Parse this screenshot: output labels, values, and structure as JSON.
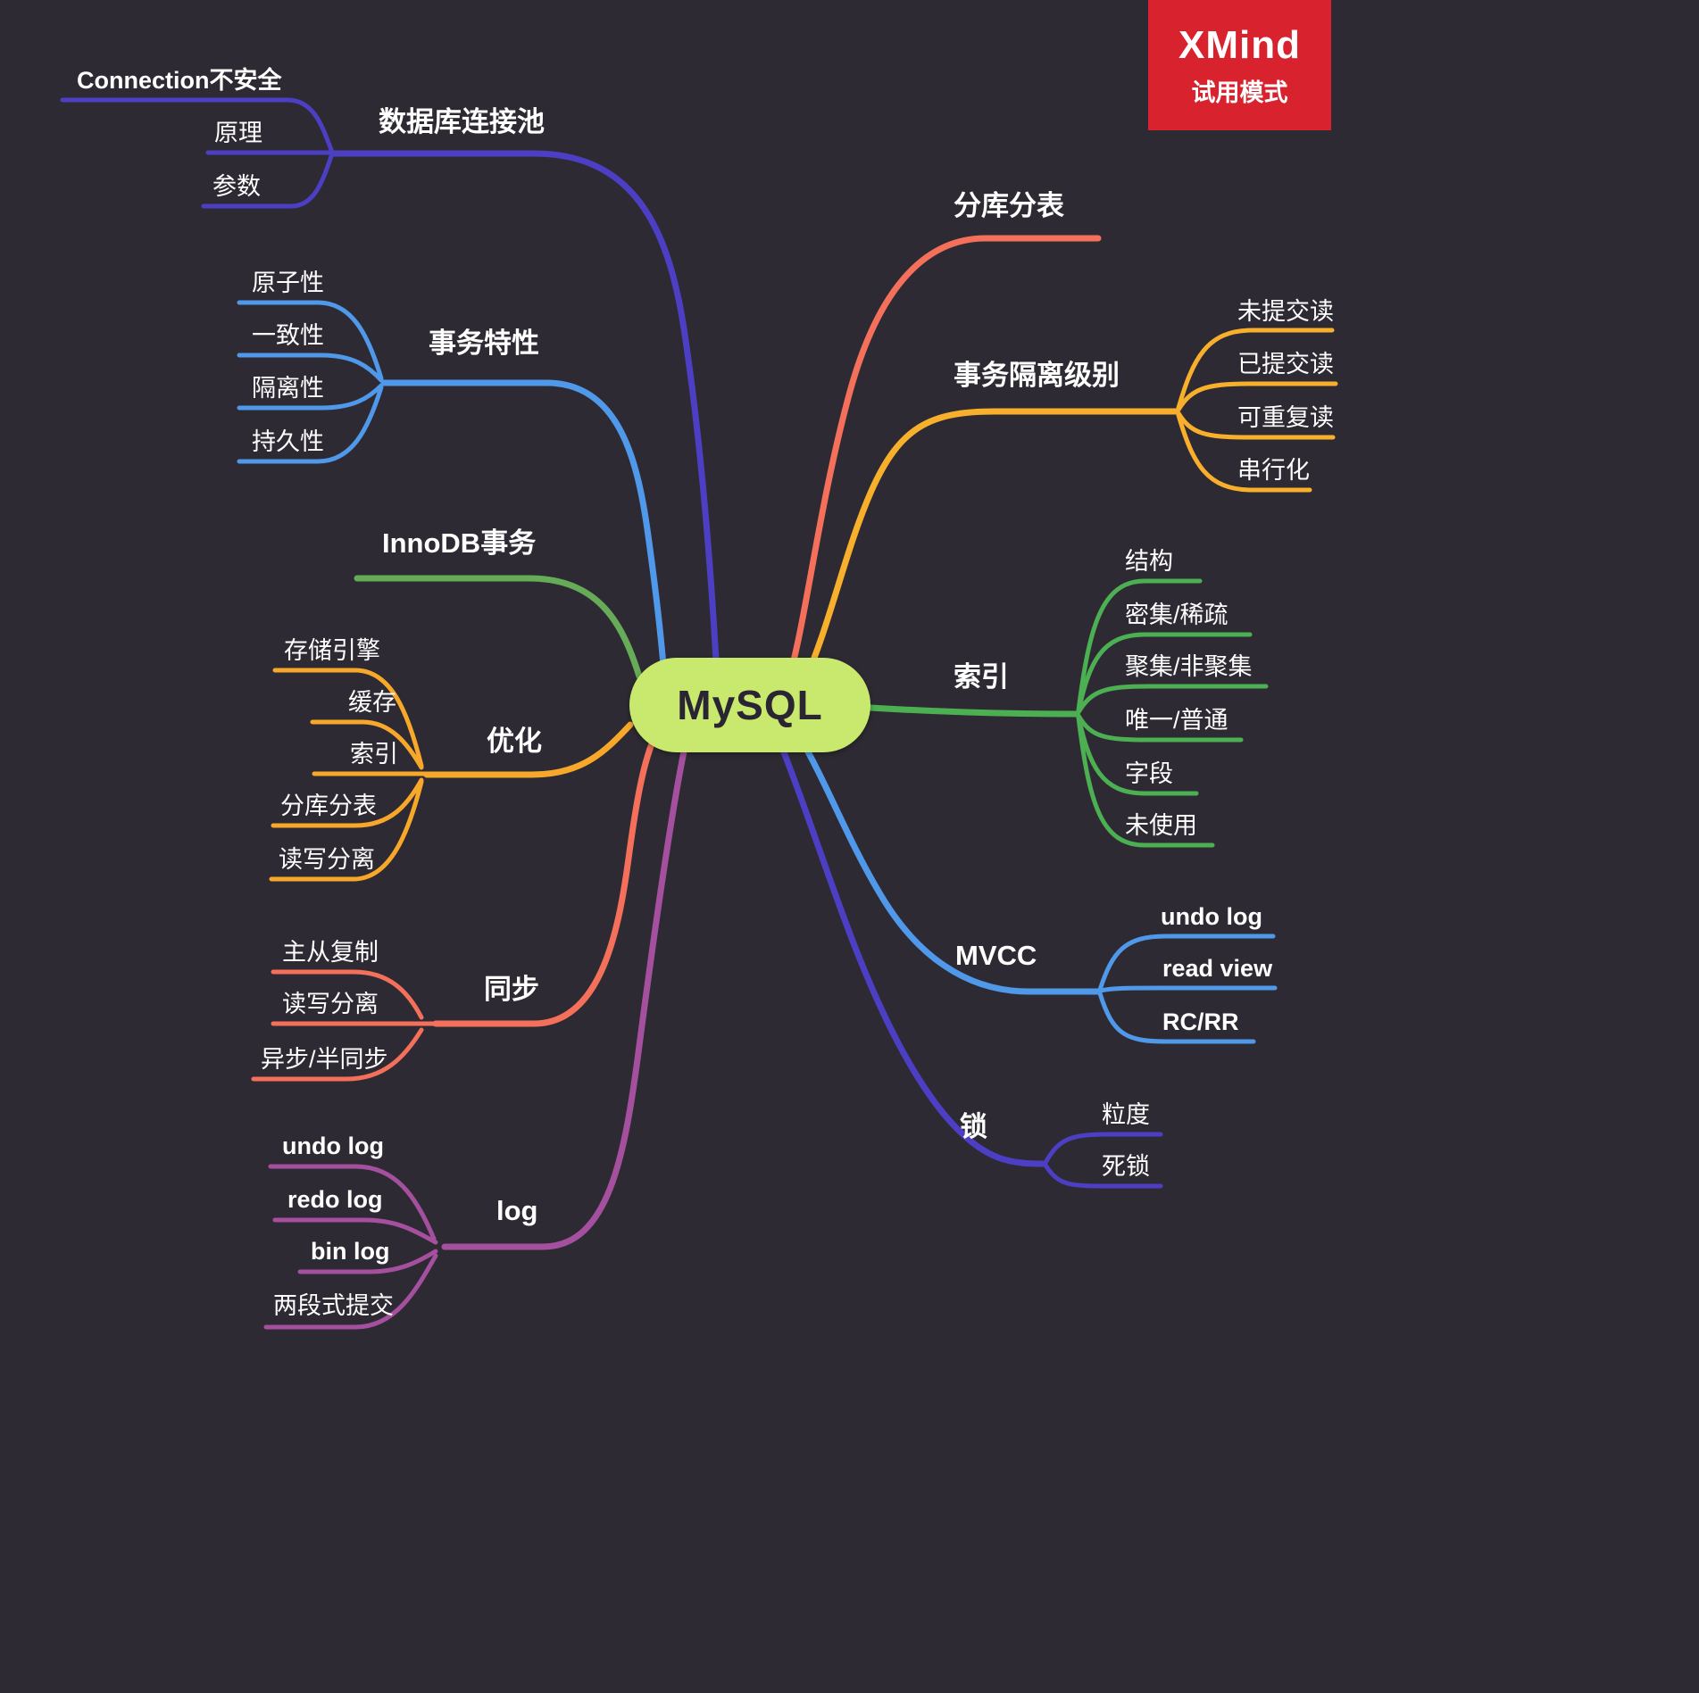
{
  "canvas": {
    "background": "#2e2a33"
  },
  "watermark": {
    "title": "XMind",
    "subtitle": "试用模式",
    "background": "#d8232f"
  },
  "root": {
    "label": "MySQL",
    "fill": "#c9e96e",
    "text_color": "#2a2533"
  },
  "branches": [
    {
      "label": "数据库连接池",
      "color": "#4c3fc4",
      "children": [
        "Connection不安全",
        "原理",
        "参数"
      ]
    },
    {
      "label": "事务特性",
      "color": "#4f98ea",
      "children": [
        "原子性",
        "一致性",
        "隔离性",
        "持久性"
      ]
    },
    {
      "label": "InnoDB事务",
      "color": "#66ab58",
      "children": []
    },
    {
      "label": "优化",
      "color": "#f7a82a",
      "children": [
        "存储引擎",
        "缓存",
        "索引",
        "分库分表",
        "读写分离"
      ]
    },
    {
      "label": "同步",
      "color": "#f4705a",
      "children": [
        "主从复制",
        "读写分离",
        "异步/半同步"
      ]
    },
    {
      "label": "log",
      "color": "#a4509e",
      "children": [
        "undo log",
        "redo log",
        "bin log",
        "两段式提交"
      ]
    },
    {
      "label": "分库分表",
      "color": "#f4705a",
      "children": []
    },
    {
      "label": "事务隔离级别",
      "color": "#f8b02c",
      "children": [
        "未提交读",
        "已提交读",
        "可重复读",
        "串行化"
      ]
    },
    {
      "label": "索引",
      "color": "#4cb052",
      "children": [
        "结构",
        "密集/稀疏",
        "聚集/非聚集",
        "唯一/普通",
        "字段",
        "未使用"
      ]
    },
    {
      "label": "MVCC",
      "color": "#4f98ea",
      "children": [
        "undo log",
        "read view",
        "RC/RR"
      ]
    },
    {
      "label": "锁",
      "color": "#4c3fc4",
      "children": [
        "粒度",
        "死锁"
      ]
    }
  ]
}
